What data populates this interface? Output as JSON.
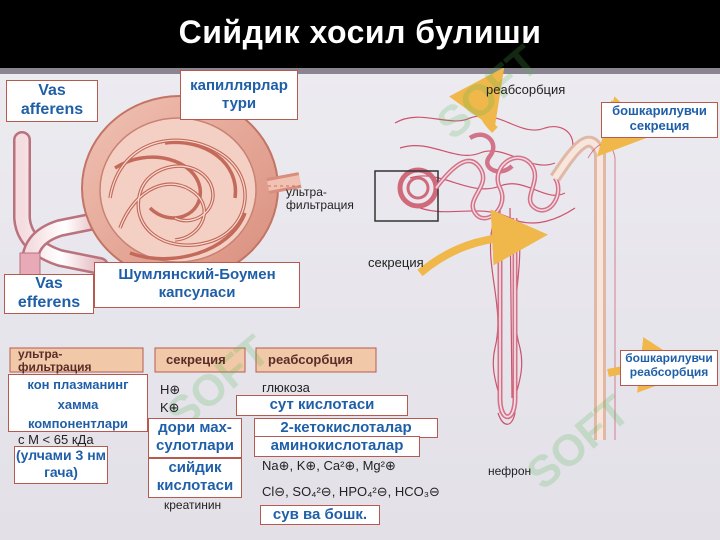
{
  "title": "Сийдик хосил булиши",
  "watermark": "SOFT",
  "labels": {
    "vas_afferens": "Vas afferens",
    "kapillar": "капиллярлар тури",
    "vas_efferens": "Vas efferens",
    "capsule": "Шумлянский-Боумен капсуласи",
    "secr_control": "бошкарилувчи секреция",
    "reabs_control": "бошкарилувчи реабсорбция",
    "plasma": "кон плазманинг хамма компонентлари",
    "ulchami": "(улчами 3 нм гача)",
    "drugs": "дори мах-сулотлари",
    "uric": "сийдик кислотаси",
    "lactic": "сут кислотаси",
    "ketoacid": "2-кетокислоталар",
    "amino": "аминокислоталар",
    "water": "сув ва бошк."
  },
  "printed": {
    "reabs_top": "реабсорбция",
    "ultra": "ультра-фильтрация",
    "secretion": "секреция",
    "nephron": "нефрон",
    "tbl_ultra": "ультра-фильтрация",
    "tbl_secr": "секреция",
    "tbl_reabs": "реабсорбция",
    "mw": "с М < 65 кДа",
    "h": "H⊕",
    "k": "K⊕",
    "glucose": "глюкоза",
    "ions1": "Na⊕, K⊕, Ca²⊕, Mg²⊕",
    "ions2": "Cl⊖, SO₄²⊖, HPO₄²⊖, HCO₃⊖",
    "creatinine": "креатинин"
  },
  "colors": {
    "slide_bg": "#e9e6ec",
    "kidney_tissue": "#e6a99a",
    "vessel": "#c73a56",
    "arrow": "#f0b84a",
    "label_text": "#1f5fa8",
    "label_border": "#b65a50"
  }
}
